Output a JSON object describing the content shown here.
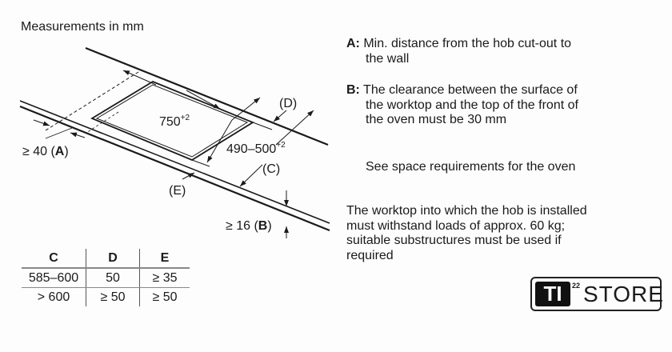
{
  "title": "Measurements in mm",
  "diagram": {
    "dim_width": "750",
    "dim_width_tol": "+2",
    "dim_depth": "490–500",
    "dim_depth_tol": "+2",
    "label_d": "(D)",
    "label_c": "(C)",
    "label_e": "(E)",
    "label_a_value": "≥ 40 (",
    "label_a": "A",
    "label_b_value": "≥ 16 (",
    "label_b": "B",
    "close": ")"
  },
  "notes": [
    {
      "key": "A:",
      "lines": [
        "Min. distance from the hob cut-out to",
        "the wall"
      ]
    },
    {
      "key": "B:",
      "lines": [
        "The clearance between the surface of",
        "the worktop and the top of the front of",
        "the oven must be 30 mm"
      ]
    }
  ],
  "see_space": "See space requirements for the oven",
  "load_note": [
    "The worktop into which the hob is installed",
    "must withstand loads of approx. 60 kg;",
    "suitable substructures must be used if",
    "required"
  ],
  "table": {
    "headers": [
      "C",
      "D",
      "E"
    ],
    "rows": [
      [
        "585–600",
        "50",
        "≥ 35"
      ],
      [
        "> 600",
        "≥ 50",
        "≥ 50"
      ]
    ]
  },
  "logo": {
    "mark": "TI",
    "sup": "22",
    "text": "STORE"
  }
}
